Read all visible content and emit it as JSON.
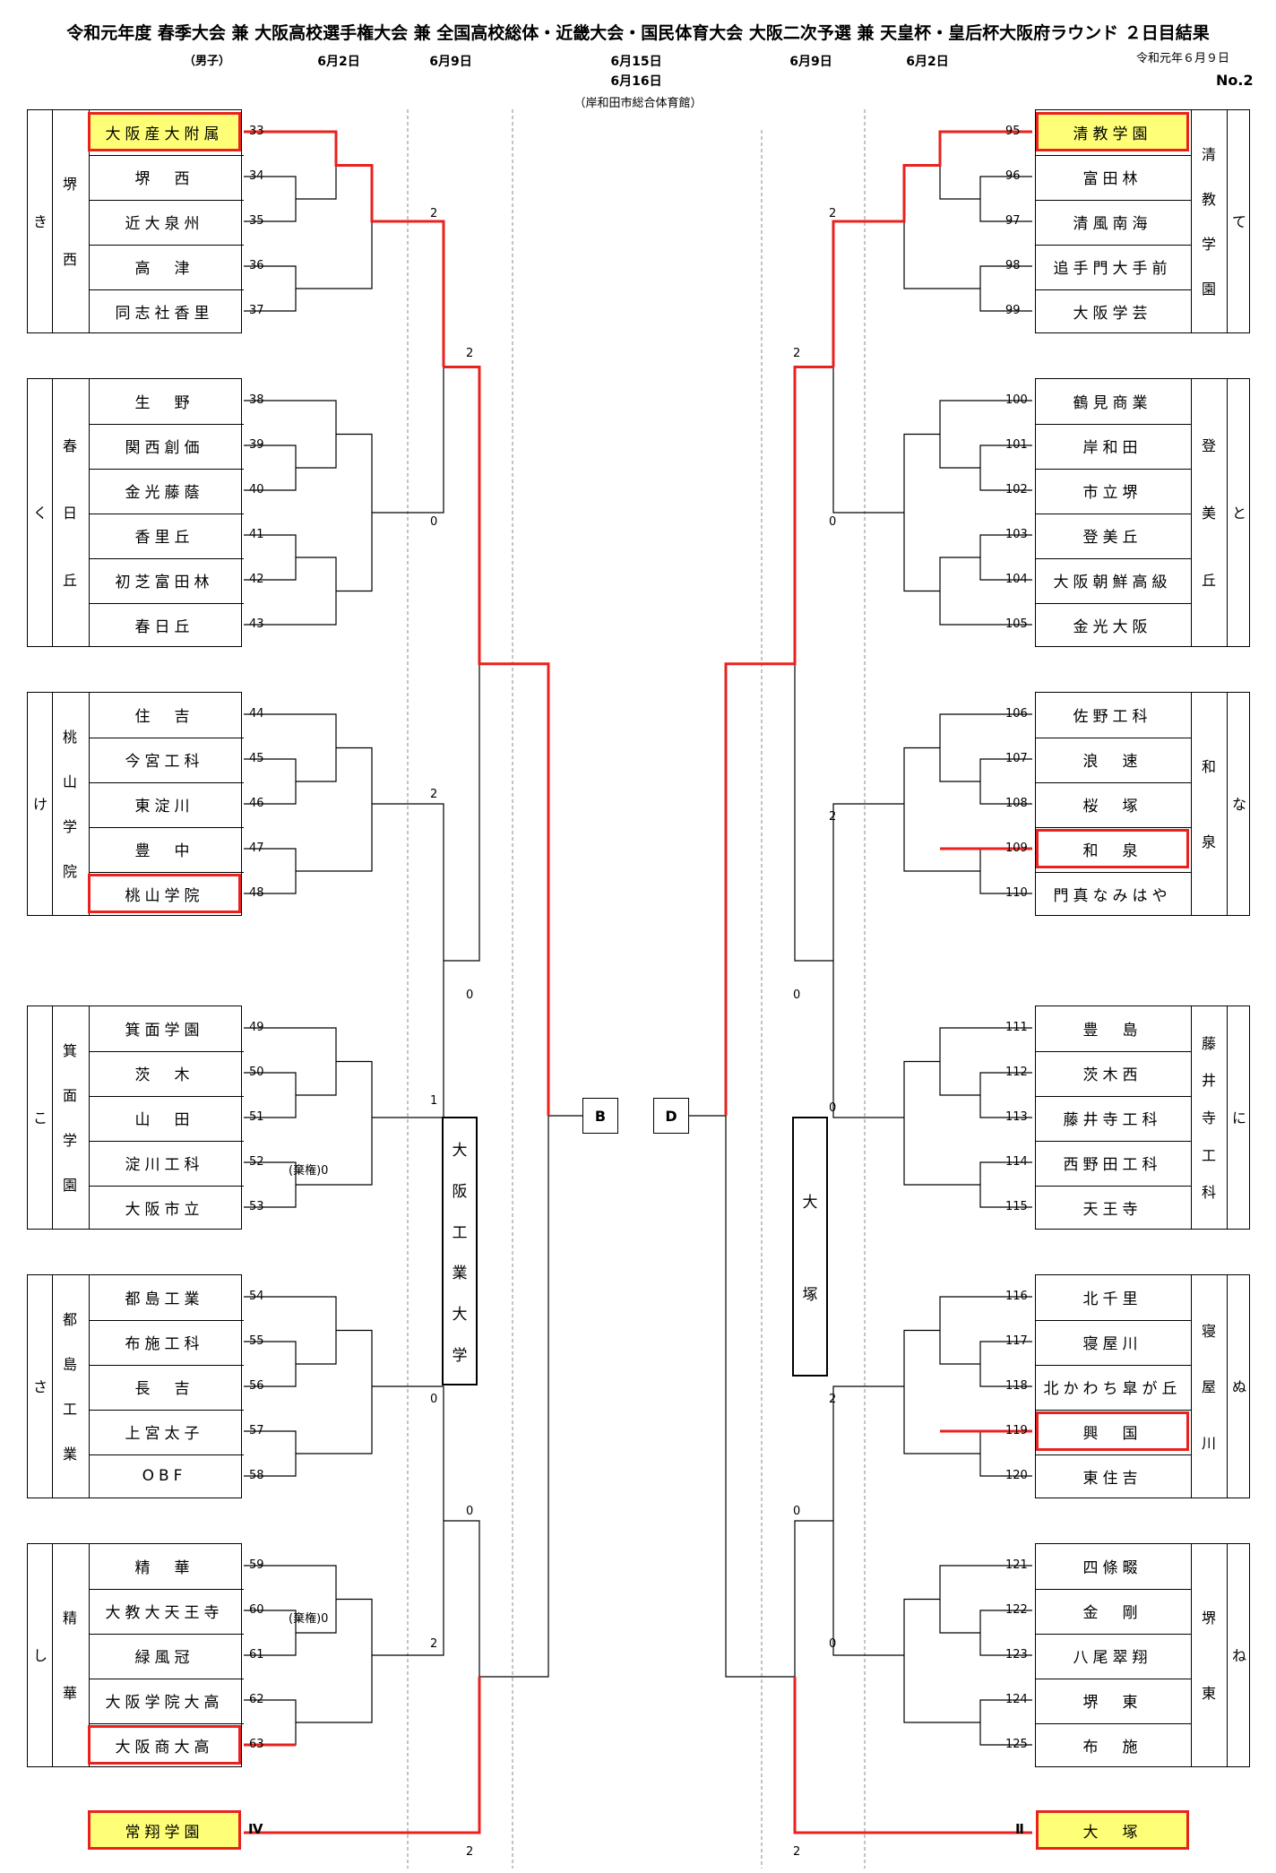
{
  "header": {
    "title": "令和元年度 春季大会 兼 大阪高校選手権大会 兼 全国高校総体・近畿大会・国民体育大会 大阪二次予選 兼 天皇杯・皇后杯大阪府ラウンド ２日目結果",
    "category": "（男子）",
    "date_right": "令和元年６月９日",
    "page_no": "No.2",
    "venue": "（岸和田市総合体育館）",
    "cols_left": [
      "6月2日",
      "6月9日"
    ],
    "col_center": [
      "6月15日",
      "6月16日"
    ],
    "cols_right": [
      "6月9日",
      "6月2日"
    ]
  },
  "left_groups": [
    {
      "letter": "き",
      "name": [
        "堺",
        "西"
      ],
      "teams": [
        {
          "no": "33",
          "name": "大阪産大附属"
        },
        {
          "no": "34",
          "name": "堺　西"
        },
        {
          "no": "35",
          "name": "近大泉州"
        },
        {
          "no": "36",
          "name": "高　津"
        },
        {
          "no": "37",
          "name": "同志社香里"
        }
      ]
    },
    {
      "letter": "く",
      "name": [
        "春",
        "日",
        "丘"
      ],
      "teams": [
        {
          "no": "38",
          "name": "生　野"
        },
        {
          "no": "39",
          "name": "関西創価"
        },
        {
          "no": "40",
          "name": "金光藤蔭"
        },
        {
          "no": "41",
          "name": "香里丘"
        },
        {
          "no": "42",
          "name": "初芝富田林"
        },
        {
          "no": "43",
          "name": "春日丘"
        }
      ]
    },
    {
      "letter": "け",
      "name": [
        "桃",
        "山",
        "学",
        "院"
      ],
      "teams": [
        {
          "no": "44",
          "name": "住　吉"
        },
        {
          "no": "45",
          "name": "今宮工科"
        },
        {
          "no": "46",
          "name": "東淀川"
        },
        {
          "no": "47",
          "name": "豊　中"
        },
        {
          "no": "48",
          "name": "桃山学院"
        }
      ]
    },
    {
      "letter": "こ",
      "name": [
        "箕",
        "面",
        "学",
        "園"
      ],
      "teams": [
        {
          "no": "49",
          "name": "箕面学園"
        },
        {
          "no": "50",
          "name": "茨　木"
        },
        {
          "no": "51",
          "name": "山　田"
        },
        {
          "no": "52",
          "name": "淀川工科"
        },
        {
          "no": "53",
          "name": "大阪市立"
        }
      ]
    },
    {
      "letter": "さ",
      "name": [
        "都",
        "島",
        "工",
        "業"
      ],
      "teams": [
        {
          "no": "54",
          "name": "都島工業"
        },
        {
          "no": "55",
          "name": "布施工科"
        },
        {
          "no": "56",
          "name": "長　吉"
        },
        {
          "no": "57",
          "name": "上宮太子"
        },
        {
          "no": "58",
          "name": "OBF"
        }
      ]
    },
    {
      "letter": "し",
      "name": [
        "精",
        "華"
      ],
      "teams": [
        {
          "no": "59",
          "name": "精　華"
        },
        {
          "no": "60",
          "name": "大教大天王寺"
        },
        {
          "no": "61",
          "name": "緑風冠"
        },
        {
          "no": "62",
          "name": "大阪学院大高"
        },
        {
          "no": "63",
          "name": "大阪商大高"
        }
      ]
    }
  ],
  "right_groups": [
    {
      "letter": "て",
      "name": [
        "清",
        "教",
        "学",
        "園"
      ],
      "teams": [
        {
          "no": "95",
          "name": "清教学園"
        },
        {
          "no": "96",
          "name": "富田林"
        },
        {
          "no": "97",
          "name": "清風南海"
        },
        {
          "no": "98",
          "name": "追手門大手前"
        },
        {
          "no": "99",
          "name": "大阪学芸"
        }
      ]
    },
    {
      "letter": "と",
      "name": [
        "登",
        "美",
        "丘"
      ],
      "teams": [
        {
          "no": "100",
          "name": "鶴見商業"
        },
        {
          "no": "101",
          "name": "岸和田"
        },
        {
          "no": "102",
          "name": "市立堺"
        },
        {
          "no": "103",
          "name": "登美丘"
        },
        {
          "no": "104",
          "name": "大阪朝鮮高級"
        },
        {
          "no": "105",
          "name": "金光大阪"
        }
      ]
    },
    {
      "letter": "な",
      "name": [
        "和",
        "泉"
      ],
      "teams": [
        {
          "no": "106",
          "name": "佐野工科"
        },
        {
          "no": "107",
          "name": "浪　速"
        },
        {
          "no": "108",
          "name": "桜　塚"
        },
        {
          "no": "109",
          "name": "和　泉"
        },
        {
          "no": "110",
          "name": "門真なみはや"
        }
      ]
    },
    {
      "letter": "に",
      "name": [
        "藤",
        "井",
        "寺",
        "工",
        "科"
      ],
      "teams": [
        {
          "no": "111",
          "name": "豊　島"
        },
        {
          "no": "112",
          "name": "茨木西"
        },
        {
          "no": "113",
          "name": "藤井寺工科"
        },
        {
          "no": "114",
          "name": "西野田工科"
        },
        {
          "no": "115",
          "name": "天王寺"
        }
      ]
    },
    {
      "letter": "ぬ",
      "name": [
        "寝",
        "屋",
        "川"
      ],
      "teams": [
        {
          "no": "116",
          "name": "北千里"
        },
        {
          "no": "117",
          "name": "寝屋川"
        },
        {
          "no": "118",
          "name": "北かわち皐が丘"
        },
        {
          "no": "119",
          "name": "興　国"
        },
        {
          "no": "120",
          "name": "東住吉"
        }
      ]
    },
    {
      "letter": "ね",
      "name": [
        "堺",
        "東"
      ],
      "teams": [
        {
          "no": "121",
          "name": "四條畷"
        },
        {
          "no": "122",
          "name": "金　剛"
        },
        {
          "no": "123",
          "name": "八尾翠翔"
        },
        {
          "no": "124",
          "name": "堺　東"
        },
        {
          "no": "125",
          "name": "布　施"
        }
      ]
    }
  ],
  "seeds": {
    "left": {
      "name": "常翔学園",
      "mark": "Ⅳ"
    },
    "right": {
      "name": "大　塚",
      "mark": "Ⅱ"
    }
  },
  "middle": {
    "left_winner": [
      "大",
      "阪",
      "工",
      "業",
      "大",
      "学"
    ],
    "right_winner": [
      "大",
      "塚"
    ],
    "block_left": "B",
    "block_right": "D"
  },
  "forfeit_label": "(棄権)0",
  "colors": {
    "winner_line": "#e8221e",
    "seed_fill": "#ffff77",
    "line": "#000000"
  }
}
